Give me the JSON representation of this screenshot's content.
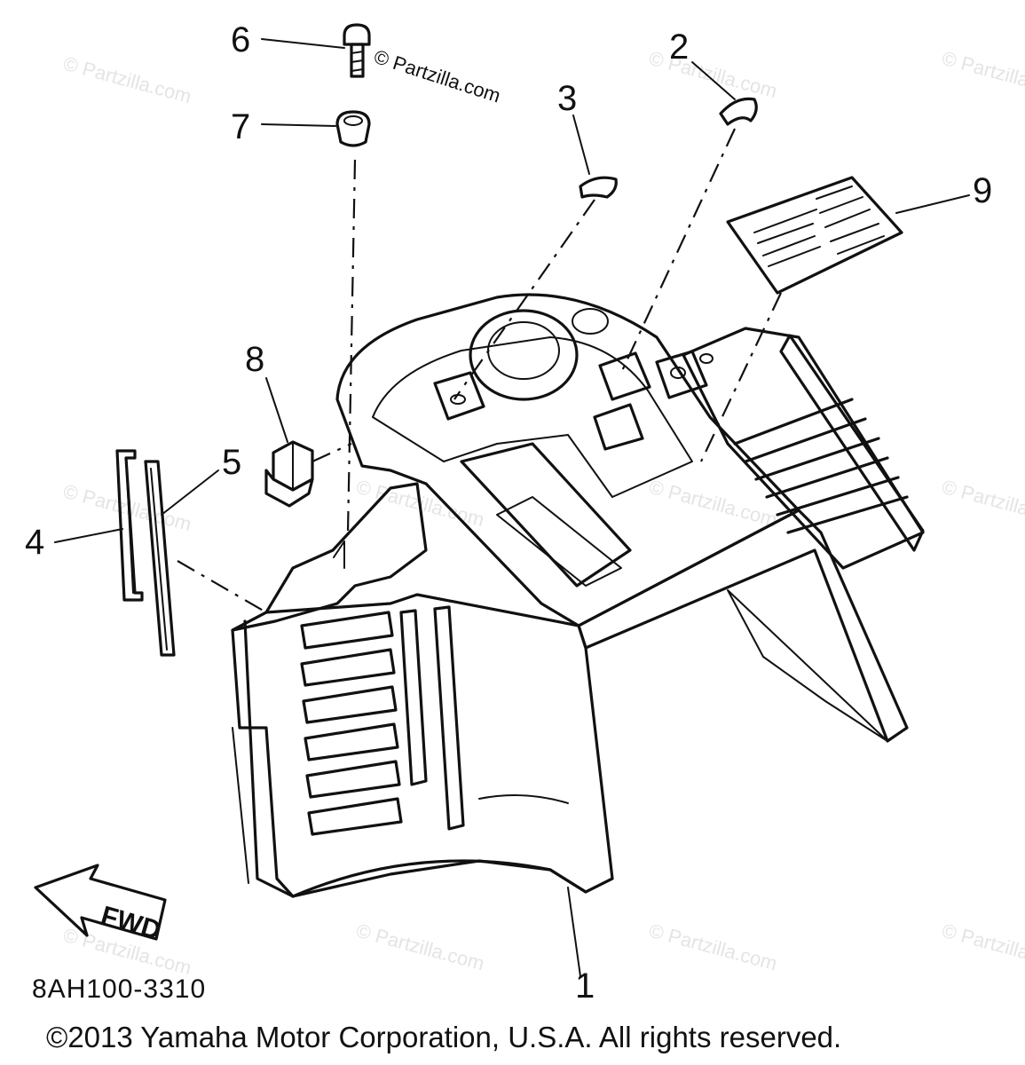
{
  "callouts": {
    "c1": "1",
    "c2": "2",
    "c3": "3",
    "c4": "4",
    "c5": "5",
    "c6": "6",
    "c7": "7",
    "c8": "8",
    "c9": "9"
  },
  "watermark": {
    "main": "© Partzilla.com",
    "faint": "© Partzilla.com"
  },
  "fwd_label": "FWD",
  "diagram_code": "8AH100-3310",
  "copyright": "©2013 Yamaha Motor Corporation, U.S.A. All rights reserved."
}
